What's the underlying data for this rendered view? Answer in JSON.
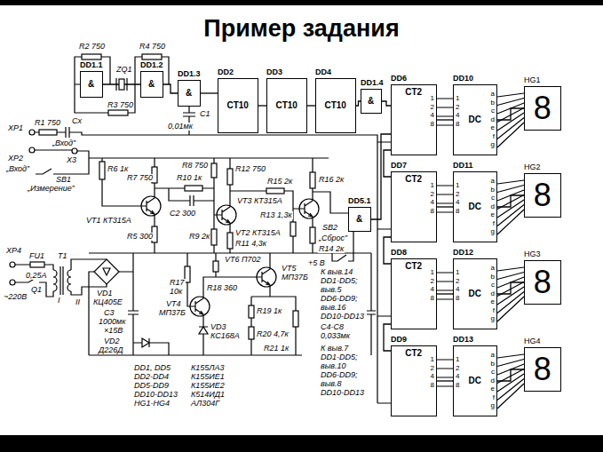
{
  "diagram": {
    "title": "Пример задания",
    "nodes": [
      {
        "text": [
          "DD1.1",
          "&"
        ]
      },
      {
        "text": [
          "DD1.2",
          "&"
        ]
      },
      {
        "text": [
          "DD1.3",
          "&"
        ]
      },
      {
        "text": [
          "DD2",
          "CT10"
        ]
      },
      {
        "text": [
          "DD3",
          "CT10"
        ]
      },
      {
        "text": [
          "DD4",
          "CT10"
        ]
      },
      {
        "text": [
          "DD1.4",
          "&"
        ]
      },
      {
        "text": [
          "DD6",
          "CT2",
          "1",
          "2",
          "4",
          "8"
        ]
      },
      {
        "text": [
          "DD10",
          "DC",
          "1",
          "2",
          "4",
          "8",
          "a",
          "b",
          "c",
          "d",
          "e",
          "f",
          "g"
        ]
      },
      {
        "text": [
          "HG1",
          "8"
        ]
      },
      {
        "text": [
          "DD7",
          "CT2",
          "1",
          "2",
          "4",
          "8"
        ]
      },
      {
        "text": [
          "DD11",
          "DC",
          "1",
          "2",
          "4",
          "8",
          "a",
          "b",
          "c",
          "d",
          "e",
          "f",
          "g"
        ]
      },
      {
        "text": [
          "HG2",
          "8"
        ]
      },
      {
        "text": [
          "DD8",
          "CT2",
          "1",
          "2",
          "4",
          "8"
        ]
      },
      {
        "text": [
          "DD12",
          "DC",
          "1",
          "2",
          "4",
          "8",
          "a",
          "b",
          "c",
          "d",
          "e",
          "f",
          "g"
        ]
      },
      {
        "text": [
          "HG3",
          "8"
        ]
      },
      {
        "text": [
          "DD9",
          "CT2",
          "1",
          "2",
          "4",
          "8"
        ]
      },
      {
        "text": [
          "DD13",
          "DC",
          "1",
          "2",
          "4",
          "8",
          "a",
          "b",
          "c",
          "d",
          "e",
          "f",
          "g"
        ]
      },
      {
        "text": [
          "HG4",
          "8"
        ]
      },
      {
        "text": [
          "DD5.1",
          "&"
        ]
      }
    ],
    "edges": [
      {
        "from": 0,
        "to": 1,
        "arrow": "none"
      },
      {
        "from": 1,
        "to": 2,
        "arrow": "none"
      },
      {
        "from": 2,
        "to": 3,
        "arrow": "none"
      },
      {
        "from": 3,
        "to": 4,
        "arrow": "none"
      },
      {
        "from": 4,
        "to": 5,
        "arrow": "none"
      },
      {
        "from": 5,
        "to": 6,
        "arrow": "none"
      },
      {
        "from": 6,
        "to": 7,
        "arrow": "none"
      },
      {
        "from": 7,
        "to": 8,
        "arrow": "none"
      },
      {
        "from": 8,
        "to": 9,
        "arrow": "none"
      },
      {
        "from": 7,
        "to": 10,
        "arrow": "none"
      },
      {
        "from": 10,
        "to": 11,
        "arrow": "none"
      },
      {
        "from": 11,
        "to": 12,
        "arrow": "none"
      },
      {
        "from": 10,
        "to": 13,
        "arrow": "none"
      },
      {
        "from": 13,
        "to": 14,
        "arrow": "none"
      },
      {
        "from": 14,
        "to": 15,
        "arrow": "none"
      },
      {
        "from": 13,
        "to": 16,
        "arrow": "none"
      },
      {
        "from": 16,
        "to": 17,
        "arrow": "none"
      },
      {
        "from": 17,
        "to": 18,
        "arrow": "none"
      },
      {
        "from": 19,
        "to": 7,
        "arrow": "none"
      }
    ],
    "labels": [
      "R2 750",
      "R4 750",
      "ZQ1",
      "R3 750",
      "C1",
      "0,01мк",
      "R1 750",
      "XP1",
      "XP2",
      "Cx",
      "X3",
      "„Вход”",
      "SB1",
      "„Измерение”",
      "„Вход”",
      "R6 1к",
      "R7 750",
      "R8 750",
      "R10 1к",
      "C2 300",
      "R12 750",
      "R15 2к",
      "VT3 КТ315А",
      "R13 1,3к",
      "R16 2к",
      "VT1 КТ315А",
      "R5 300",
      "R9 2к",
      "VT2 КТ315А",
      "R11 4,3к",
      "R14 2к",
      "SB2",
      "„Сброс”",
      "VT6 П702",
      "+5 В",
      "XP4",
      "FU1",
      "T1",
      "0,25А",
      "~220В",
      "I",
      "II",
      "Q1",
      "VD1",
      "КЦ405Е",
      "C3",
      "1000мк",
      "×15В",
      "VD2",
      "Д226Д",
      "R17",
      "10к",
      "R18 360",
      "VT4",
      "МП37Б",
      "VT5",
      "МП37Б",
      "VD3",
      "КС168А",
      "R19 1к",
      "R20 4,7к",
      "R21 1к",
      "К выв.14",
      "DD1-DD5;",
      "выв.5",
      "DD6-DD9;",
      "выв.16",
      "DD10-DD13",
      "C4-C8",
      "0,033мк",
      "К выв.7",
      "DD1-DD5;",
      "выв.10",
      "DD6-DD9;",
      "выв.8",
      "DD10-DD13",
      "DD1, DD5",
      "К155ЛА3",
      "DD2-DD4",
      "К155ИЕ1",
      "DD5-DD9",
      "К155ИЕ2",
      "DD10-DD13",
      "К514ИД1",
      "HG1-HG4",
      "АЛ304Г"
    ]
  }
}
